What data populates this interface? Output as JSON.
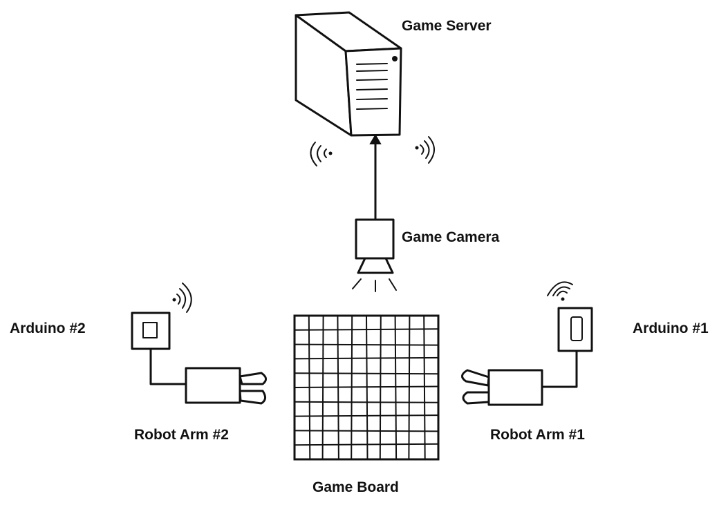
{
  "labels": {
    "game_server": "Game Server",
    "game_camera": "Game Camera",
    "arduino_2": "Arduino #2",
    "arduino_1": "Arduino #1",
    "robot_arm_2": "Robot Arm #2",
    "robot_arm_1": "Robot Arm #1",
    "game_board": "Game Board"
  },
  "board": {
    "rows": 10,
    "cols": 10
  }
}
